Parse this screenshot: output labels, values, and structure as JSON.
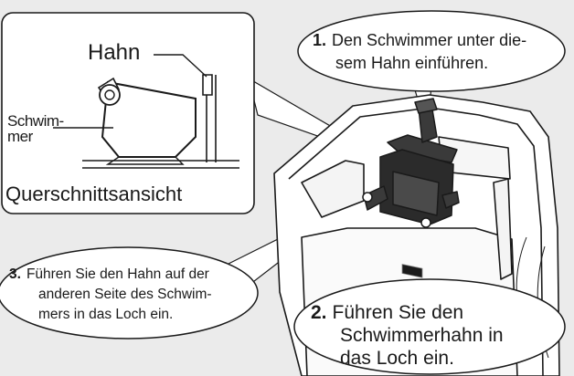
{
  "inset": {
    "hahn_label": "Hahn",
    "schwimmer_label_1": "Schwim-",
    "schwimmer_label_2": "mer",
    "view_caption": "Querschnittsansicht"
  },
  "callouts": {
    "step1": {
      "number": "1.",
      "line1": "Den Schwimmer unter die-",
      "line2": "sem Hahn einführen."
    },
    "step2": {
      "number": "2.",
      "line1": "Führen Sie den",
      "line2": "Schwimmerhahn in",
      "line3": "das Loch ein."
    },
    "step3": {
      "number": "3.",
      "line1": "Führen Sie den Hahn auf der",
      "line2": "anderen Seite des Schwim-",
      "line3": "mers in das Loch ein."
    }
  }
}
